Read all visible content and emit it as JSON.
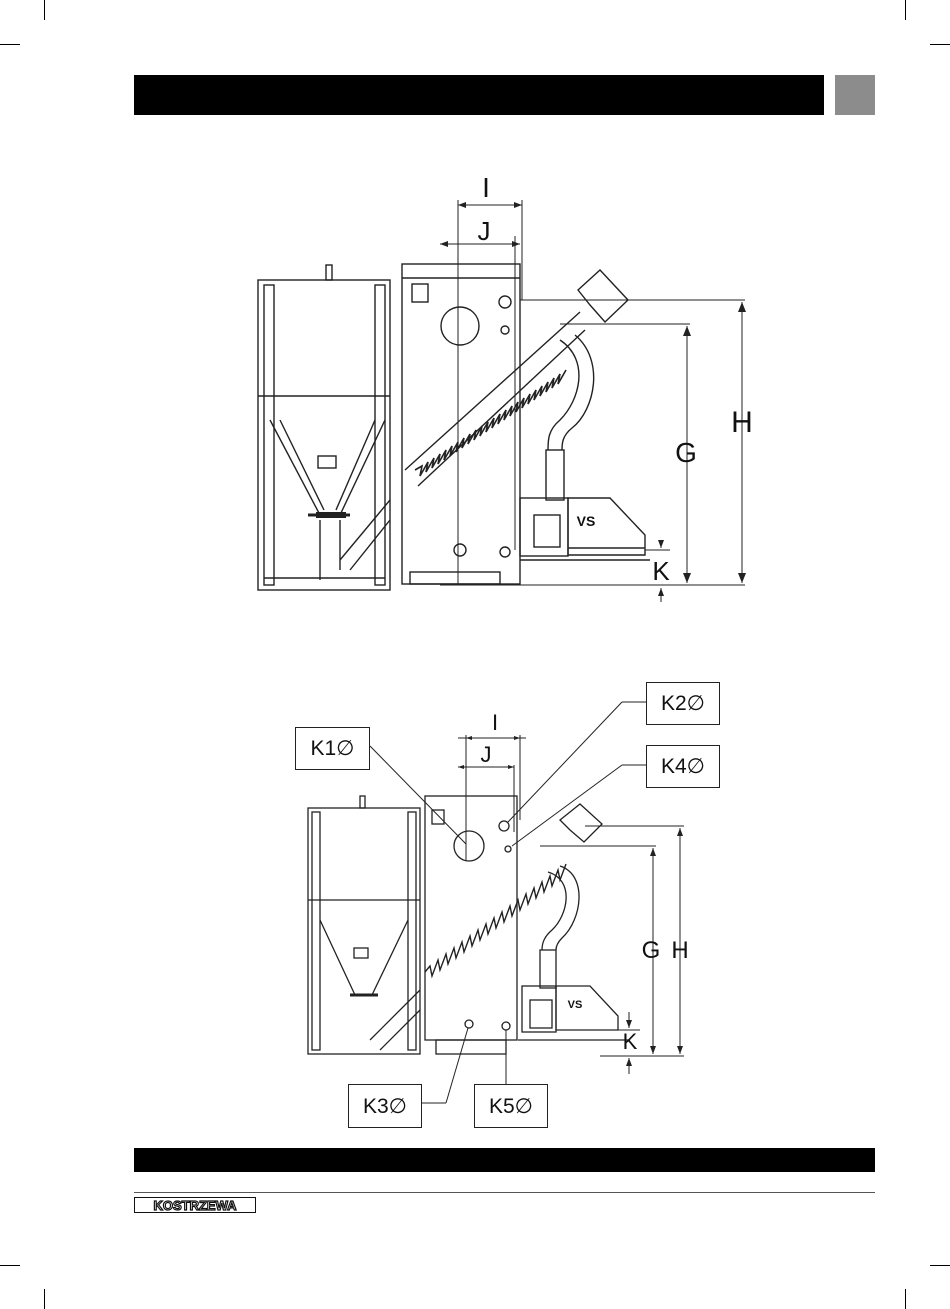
{
  "brand": {
    "logo_text": "KOSTRZEWA"
  },
  "diagram_top": {
    "dims": {
      "I": "I",
      "J": "J",
      "G": "G",
      "H": "H",
      "K": "K"
    },
    "burner_logo": "VS"
  },
  "diagram_bottom": {
    "dims": {
      "I": "I",
      "J": "J",
      "G": "G",
      "H": "H",
      "K": "K"
    },
    "callouts": {
      "k1": "K1∅",
      "k2": "K2∅",
      "k3": "K3∅",
      "k4": "K4∅",
      "k5": "K5∅"
    },
    "burner_logo": "VS"
  }
}
